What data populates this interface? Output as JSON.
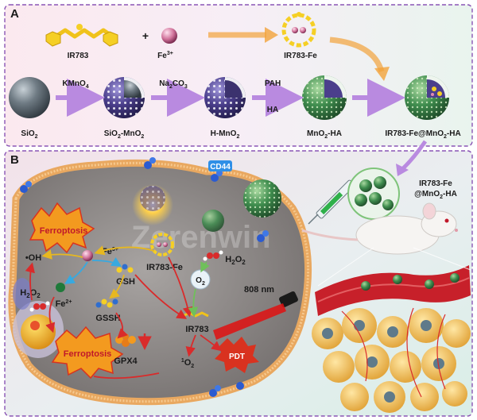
{
  "panel_a": {
    "letter": "A",
    "top_row": {
      "reagent1": "IR783",
      "plus": "+",
      "reagent2": "Fe",
      "reagent2_sup": "3+",
      "product": "IR783-Fe"
    },
    "steps": [
      {
        "reagent": "KMnO",
        "reagent_sub": "4"
      },
      {
        "reagent": "Na",
        "reagent_sub": "2",
        "reagent_tail": "CO",
        "reagent_sub2": "3"
      },
      {
        "reagent_top": "PAH",
        "reagent_bottom": "HA"
      }
    ],
    "particles": [
      {
        "label": "SiO",
        "sub": "2",
        "tail": ""
      },
      {
        "label": "SiO",
        "sub": "2",
        "tail": "-MnO",
        "sub2": "2"
      },
      {
        "label": "H-MnO",
        "sub": "2",
        "tail": ""
      },
      {
        "label": "MnO",
        "sub": "2",
        "tail": "-HA"
      },
      {
        "label": "IR783-Fe@MnO",
        "sub": "2",
        "tail": "-HA"
      }
    ]
  },
  "panel_b": {
    "letter": "B",
    "receptor": "CD44",
    "injection_label_line1": "IR783-Fe",
    "injection_label_line2_pre": "@MnO",
    "injection_label_line2_sub": "2",
    "injection_label_line2_post": "-HA",
    "ferroptosis_top": "Ferroptosis",
    "ferroptosis_bottom": "Ferroptosis",
    "pdt": "PDT",
    "laser": "808 nm",
    "oh": "•OH",
    "h2o2_left_pre": "H",
    "h2o2_left_sub1": "2",
    "h2o2_left_mid": "O",
    "h2o2_left_sub2": "2",
    "h2o2_right_pre": "H",
    "h2o2_right_sub1": "2",
    "h2o2_right_mid": "O",
    "h2o2_right_sub2": "2",
    "fe3": "Fe",
    "fe3_sup": "3+",
    "fe2": "Fe",
    "fe2_sup": "2+",
    "gsh": "GSH",
    "gssh": "GSSH",
    "gpx4": "GPX4",
    "ir783fe": "IR783-Fe",
    "ir783": "IR783",
    "o2": "O",
    "o2_sub": "2",
    "singlet_sup": "1",
    "singlet": "O",
    "singlet_sub": "2",
    "watermark": "Zerenwin"
  },
  "colors": {
    "panel_a_border": "#8a55b5",
    "arrow_purple": "#b98ae0",
    "arrow_orange": "#f2a23a",
    "shell_green": "#3f8d4e",
    "mno2_purple": "#4b3f8c",
    "sio2_gray": "#5f6b73",
    "ferroptosis_red": "#d9321f",
    "ferroptosis_orange": "#f39a1f",
    "membrane": "#e9a860",
    "laser_red": "#e01010"
  }
}
